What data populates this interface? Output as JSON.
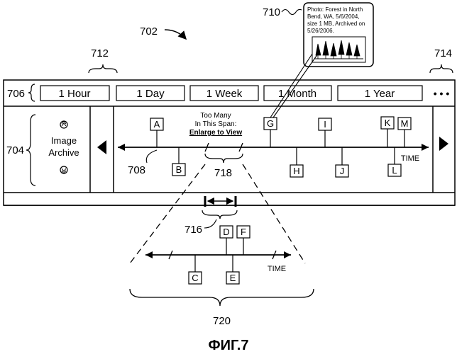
{
  "figure_label": "ФИГ.7",
  "refs": {
    "r702": "702",
    "r704": "704",
    "r706": "706",
    "r708": "708",
    "r710": "710",
    "r712": "712",
    "r714": "714",
    "r716": "716",
    "r718": "718",
    "r720": "720"
  },
  "toolbar": {
    "buttons": [
      "1 Hour",
      "1 Day",
      "1 Week",
      "1 Month",
      "1 Year"
    ],
    "more": "• • •"
  },
  "sidebar": {
    "line1": "Image",
    "line2": "Archive"
  },
  "notice": {
    "line1": "Too Many",
    "line2": "In This Span:",
    "link": "Enlarge to View"
  },
  "timeline": {
    "axis_label": "TIME",
    "markers_top": [
      "A",
      "G",
      "I",
      "K",
      "M"
    ],
    "markers_bottom": [
      "B",
      "H",
      "J",
      "L"
    ]
  },
  "tooltip": {
    "lines": [
      "Photo: Forest in North",
      "Bend, WA, 5/6/2004,",
      "size 1 MB, Archived on",
      "5/26/2006."
    ]
  },
  "zoom": {
    "axis_label": "TIME",
    "markers_top": [
      "D",
      "F"
    ],
    "markers_bottom": [
      "C",
      "E"
    ]
  }
}
